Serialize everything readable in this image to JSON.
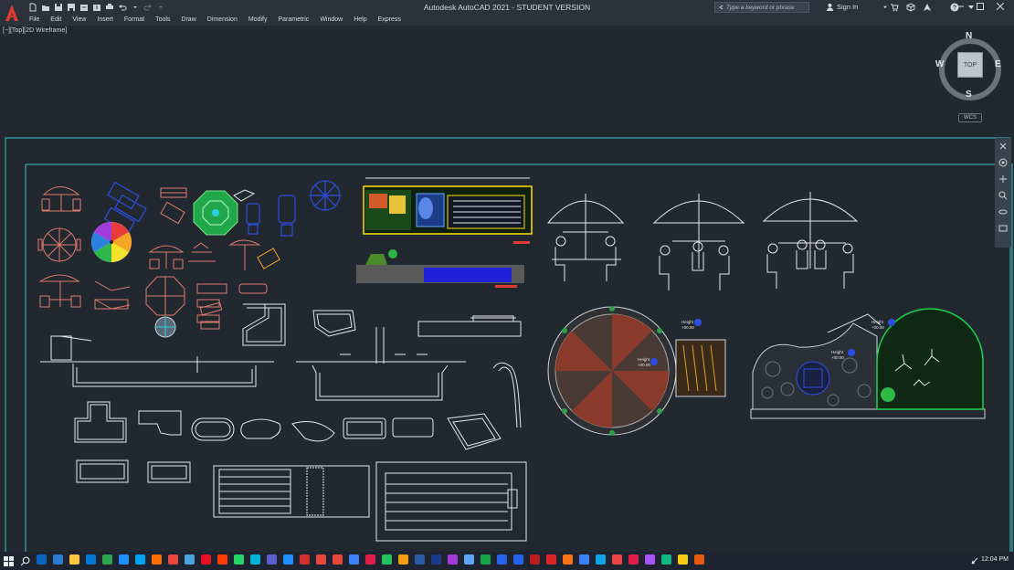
{
  "window": {
    "title": "Autodesk AutoCAD 2021 - STUDENT VERSION"
  },
  "search": {
    "placeholder": "Type a keyword or phrase"
  },
  "account": {
    "signin_label": "Sign In"
  },
  "menu": {
    "items": [
      "File",
      "Edit",
      "View",
      "Insert",
      "Format",
      "Tools",
      "Draw",
      "Dimension",
      "Modify",
      "Parametric",
      "Window",
      "Help",
      "Express"
    ]
  },
  "viewport": {
    "label": "[−][Top][2D Wireframe]"
  },
  "viewcube": {
    "north": "N",
    "south": "S",
    "east": "E",
    "west": "W",
    "face": "TOP",
    "ucs": "WCS"
  },
  "annotations": {
    "height_label": "Height",
    "height_value": "+00.00"
  },
  "taskbar": {
    "clock": "12:04 PM",
    "app_colors": [
      "#0a66c2",
      "#2b7cd3",
      "#ffc83d",
      "#0078d4",
      "#2da44e",
      "#1e90ff",
      "#00a4ef",
      "#ff6d00",
      "#e8473b",
      "#4aa3df",
      "#e81123",
      "#ff3d00",
      "#25d366",
      "#00b4d8",
      "#5b5fc7",
      "#1e90ff",
      "#d32f2f",
      "#e8473b",
      "#e8473b",
      "#3b82f6",
      "#e11d48",
      "#22c55e",
      "#f59e0b",
      "#2a5caa",
      "#1e3a8a",
      "#a23bda",
      "#60a5fa",
      "#16a34a",
      "#2563eb",
      "#2563eb",
      "#b91c1c",
      "#dc2626",
      "#f97316",
      "#3b82f6",
      "#0ea5e9",
      "#ef4444",
      "#e11d48",
      "#a855f7",
      "#10b981",
      "#facc15",
      "#ea580c"
    ]
  },
  "colors": {
    "accent_logo": "#e03c31",
    "canvas_background": "#212830",
    "viewport_border": "#37c6c9"
  }
}
